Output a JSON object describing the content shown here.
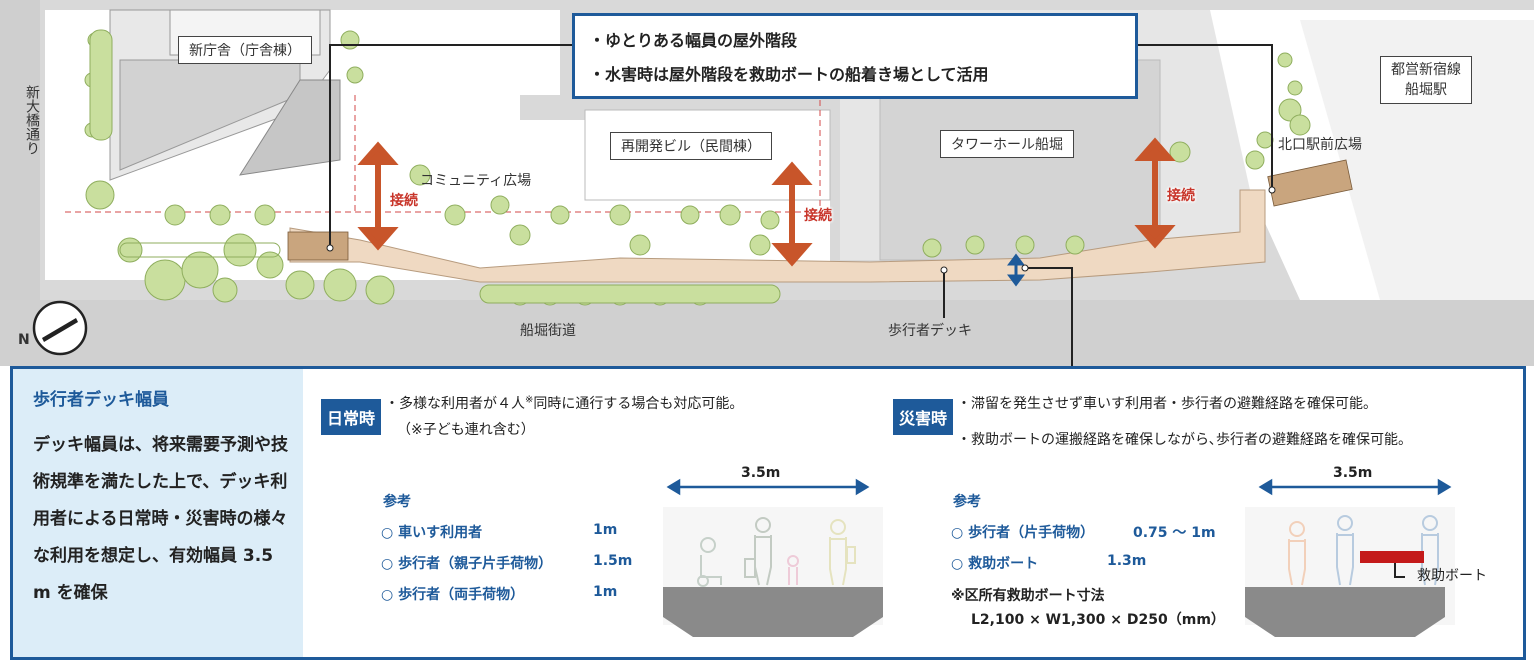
{
  "map": {
    "roads": {
      "left_vertical": "新大橋通り",
      "bottom": "船堀街道"
    },
    "buildings": {
      "new_office": "新庁舎（庁舎棟）",
      "redev": "再開発ビル（民間棟）",
      "tower": "タワーホール船堀",
      "station": "都営新宿線\n船堀駅"
    },
    "areas": {
      "community": "コミュニティ広場",
      "north_exit": "北口駅前広場"
    },
    "deck_label": "歩行者デッキ",
    "north": "N",
    "connect": [
      "接続",
      "接続",
      "接続"
    ],
    "callout": [
      "・ゆとりある幅員の屋外階段",
      "・水害時は屋外階段を救助ボートの船着き場として活用"
    ],
    "colors": {
      "deck": "#efd9c2",
      "accent_blue": "#1e5a9a",
      "arrow_red": "#c8552a",
      "tree": "#c9df9e"
    }
  },
  "panel": {
    "title": "歩行者デッキ幅員",
    "body": "デッキ幅員は、将来需要予測や技術規準を満たした上で、デッキ利用者による日常時・災害時の様々な利用を想定し、有効幅員 3.5 m を確保",
    "normal": {
      "tag": "日常時",
      "line1": "・多様な利用者が４人",
      "sup": "※",
      "line1b": "同時に通行する場合も対応可能。",
      "line2": "（※子ども連れ含む）",
      "width": "3.5m",
      "ref_title": "参考",
      "refs": [
        {
          "name": "○ 車いす利用者",
          "value": "1m"
        },
        {
          "name": "○ 歩行者（親子片手荷物）",
          "value": "1.5m"
        },
        {
          "name": "○ 歩行者（両手荷物）",
          "value": "1m"
        }
      ]
    },
    "disaster": {
      "tag": "災害時",
      "line1": "・滞留を発生させず車いす利用者・歩行者の避難経路を確保可能。",
      "line2": "・救助ボートの運搬経路を確保しながら､歩行者の避難経路を確保可能。",
      "width": "3.5m",
      "ref_title": "参考",
      "refs": [
        {
          "name": "○ 歩行者（片手荷物）",
          "value": "0.75 ～ 1m"
        },
        {
          "name": "○ 救助ボート",
          "value": "1.3m"
        }
      ],
      "note1": "※区所有救助ボート寸法",
      "note2": "L2,100 × W1,300 × D250（mm）",
      "boat_label": "救助ボート"
    }
  }
}
